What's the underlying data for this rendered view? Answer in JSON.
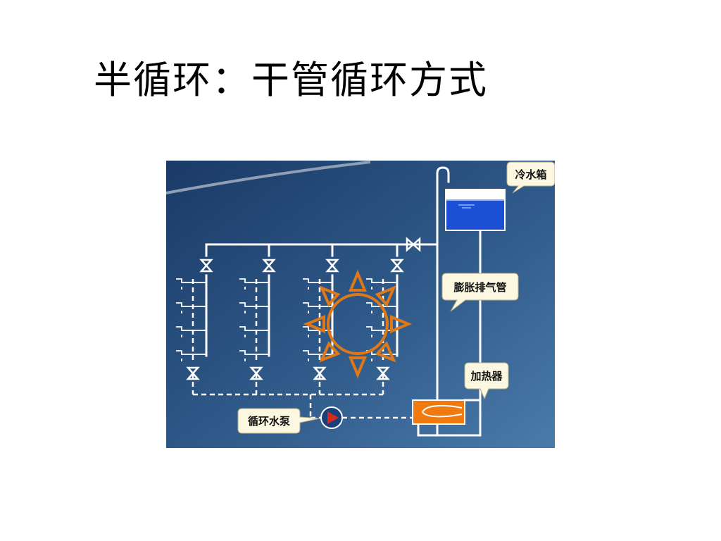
{
  "title": "半循环：干管循环方式",
  "diagram": {
    "labels": {
      "cold_tank": "冷水箱",
      "vent_pipe": "膨胀排气管",
      "heater": "加热器",
      "pump": "循环水泵"
    },
    "colors": {
      "background": "#2f5a8a",
      "pipe": "#ffffff",
      "water": "#1a4fd6",
      "heater": "#f07a10",
      "pump": "#d42a1a",
      "sun": "#e07818",
      "callout": "#fbf7e0"
    }
  }
}
